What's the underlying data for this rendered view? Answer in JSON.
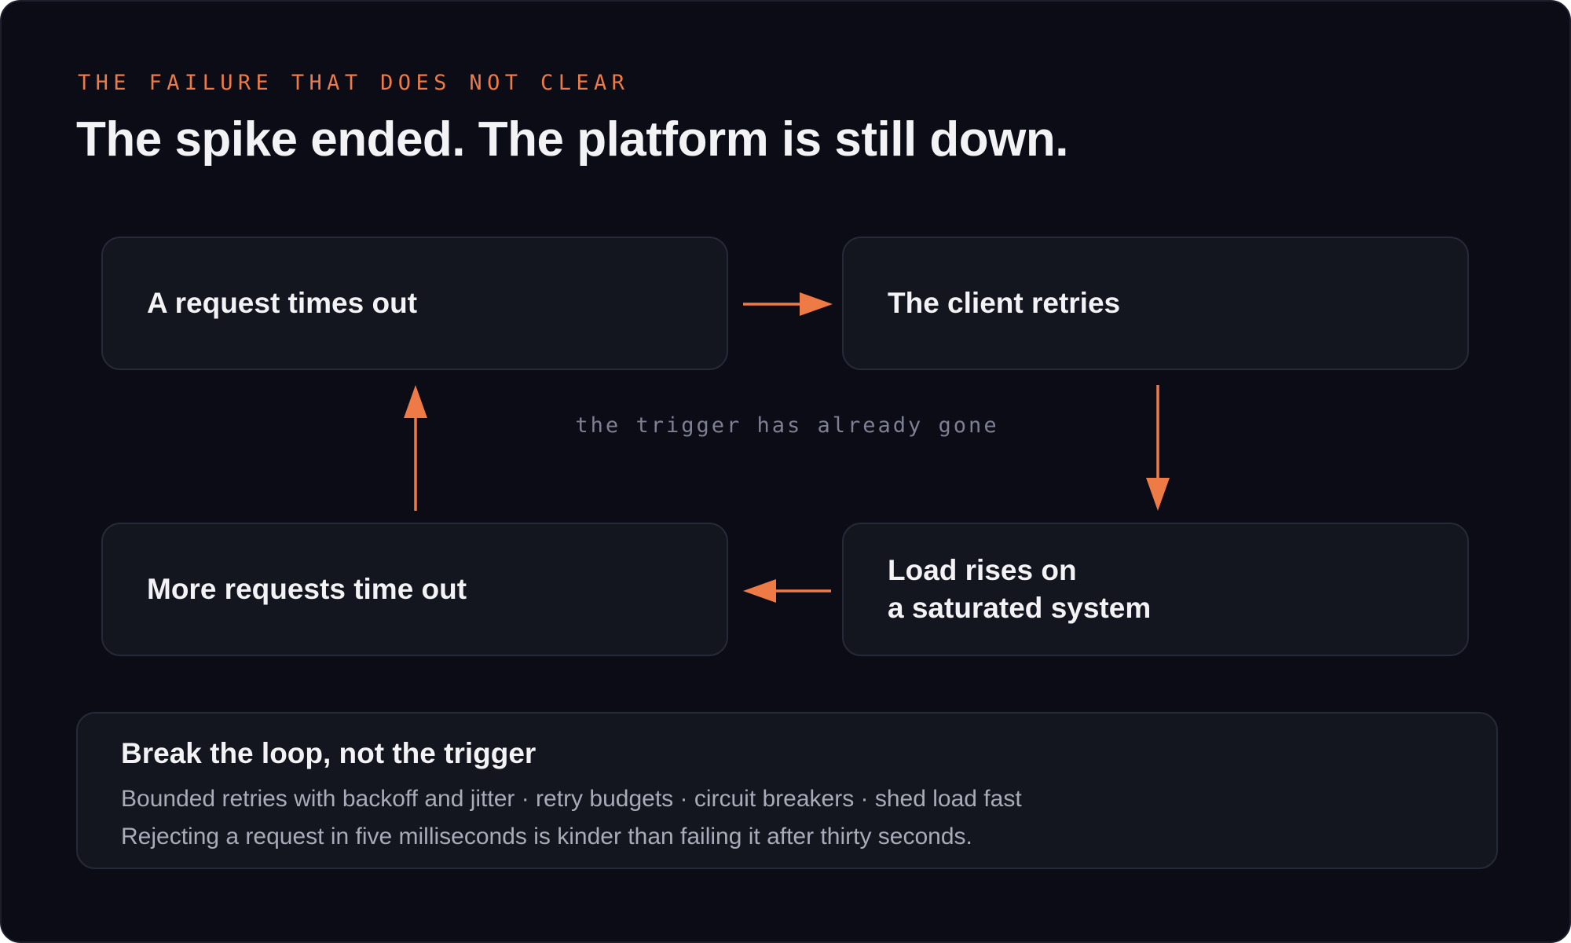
{
  "eyebrow": "THE FAILURE THAT DOES NOT CLEAR",
  "headline": "The spike ended. The platform is still down.",
  "diagram": {
    "nodes": [
      {
        "id": "a",
        "label": "A request times out"
      },
      {
        "id": "b",
        "label": "The client retries"
      },
      {
        "id": "c",
        "label": "Load rises on\na saturated system"
      },
      {
        "id": "d",
        "label": "More requests time out"
      }
    ],
    "edges": [
      {
        "from": "a",
        "to": "b"
      },
      {
        "from": "b",
        "to": "c"
      },
      {
        "from": "c",
        "to": "d"
      },
      {
        "from": "d",
        "to": "a"
      }
    ],
    "center_note": "the trigger has already gone"
  },
  "callout": {
    "title": "Break the loop, not the trigger",
    "line1": "Bounded retries with backoff and jitter · retry budgets · circuit breakers · shed load fast",
    "line2": "Rejecting a request in five milliseconds is kinder than failing it after thirty seconds."
  },
  "colors": {
    "background": "#0b0c16",
    "card": "#13151f",
    "accent": "#ee7a45",
    "text": "#f3f3f6",
    "muted": "#7d8092"
  }
}
